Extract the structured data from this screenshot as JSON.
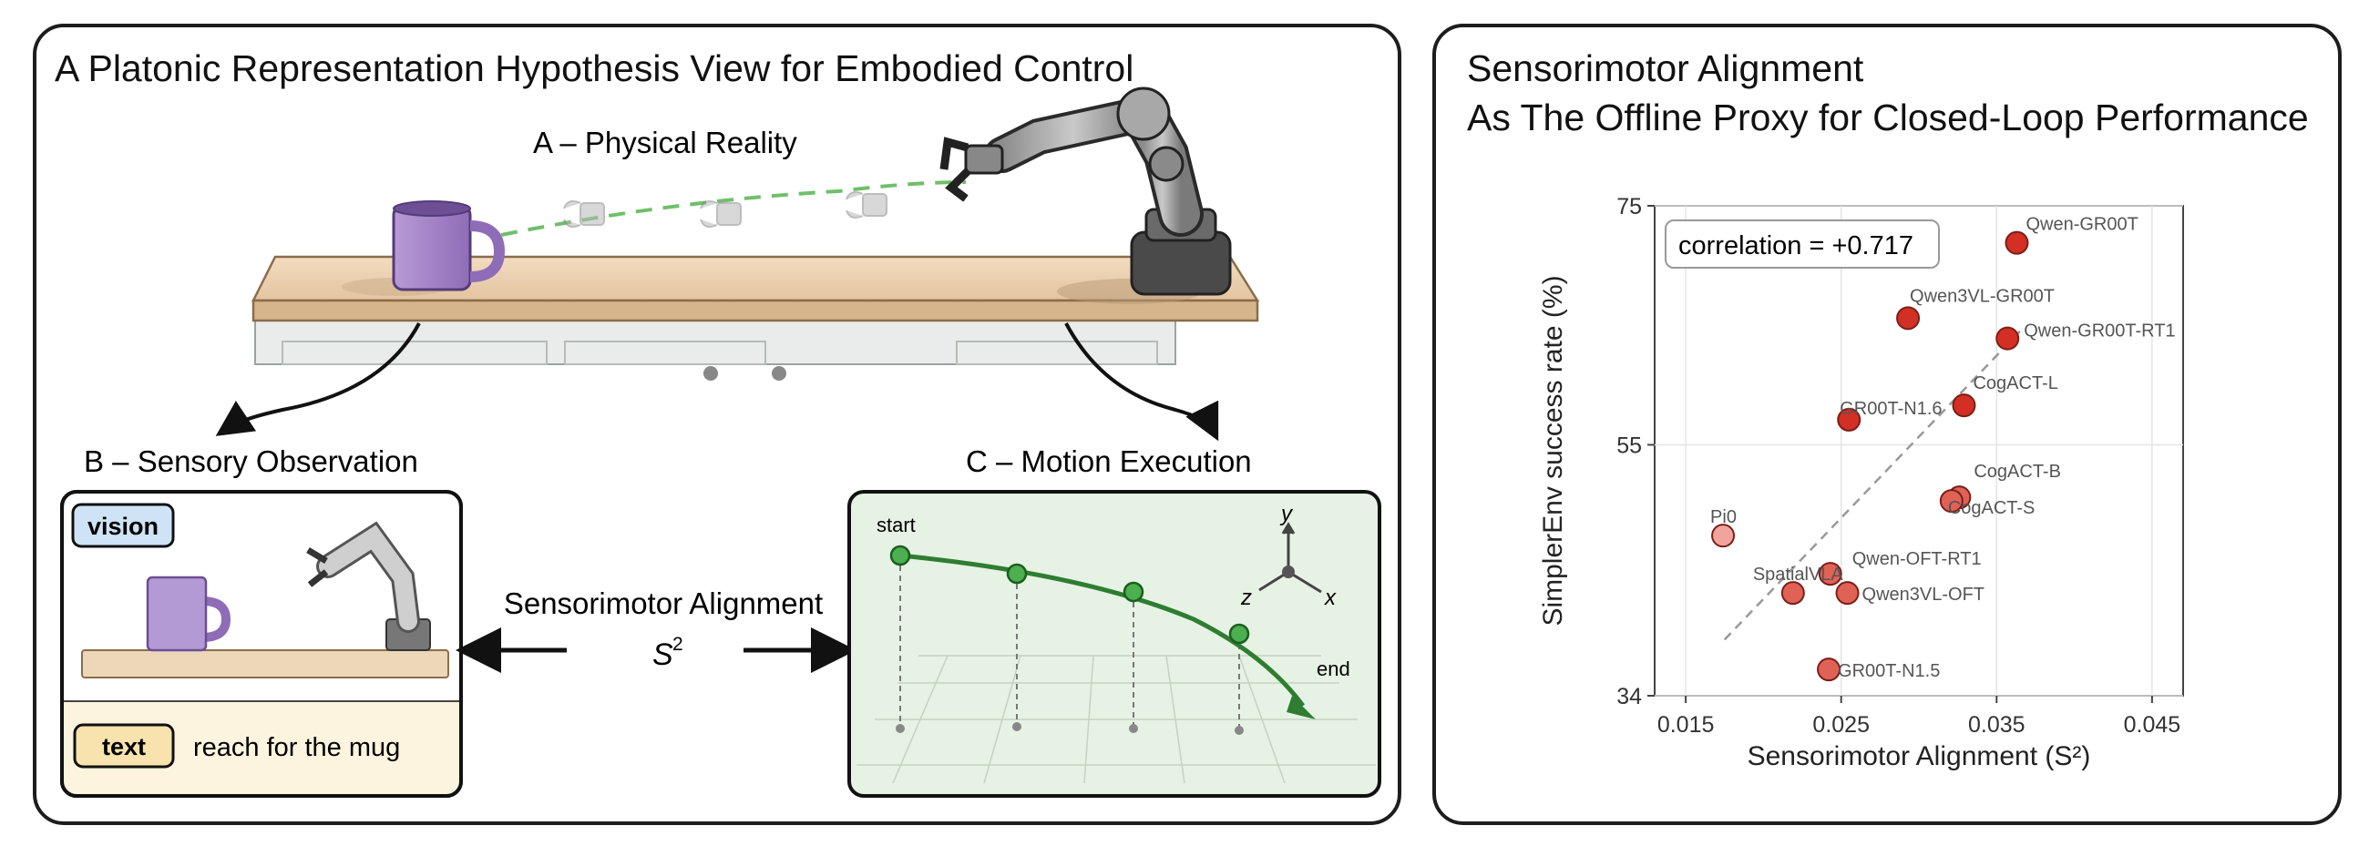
{
  "left": {
    "title": "A Platonic Representation Hypothesis View for Embodied Control",
    "physical_reality": "A – Physical Reality",
    "sensory_observation": "B – Sensory Observation",
    "motion_execution": "C – Motion Execution",
    "vision_tag": "vision",
    "text_tag": "text",
    "instruction": "reach for the mug",
    "alignment_label": "Sensorimotor Alignment",
    "alignment_symbol": "S",
    "alignment_exp": "2",
    "traj_start": "start",
    "traj_end": "end",
    "axis_x": "x",
    "axis_y": "y",
    "axis_z": "z"
  },
  "right": {
    "title_line1": "Sensorimotor Alignment",
    "title_line2": "As The Offline Proxy for Closed-Loop Performance"
  },
  "chart_data": {
    "type": "scatter",
    "xlabel": "Sensorimotor Alignment (S²)",
    "ylabel": "SimplerEnv success rate (%)",
    "xlim": [
      0.013,
      0.047
    ],
    "ylim": [
      34,
      75
    ],
    "xticks": [
      "0.015",
      "0.025",
      "0.035",
      "0.045"
    ],
    "xtick_values": [
      0.015,
      0.025,
      0.035,
      0.045
    ],
    "yticks": [
      "34",
      "55",
      "75"
    ],
    "ytick_values": [
      34,
      55,
      75
    ],
    "grid": true,
    "annotation": "correlation = +0.717",
    "trend": {
      "x": [
        0.0175,
        0.0365
      ],
      "y": [
        38.7,
        64.5
      ]
    },
    "points": [
      {
        "label": "Qwen-GR00T",
        "x": 0.0363,
        "y": 71.9
      },
      {
        "label": "Qwen3VL-GR00T",
        "x": 0.0293,
        "y": 65.6
      },
      {
        "label": "Qwen-GR00T-RT1",
        "x": 0.0357,
        "y": 63.9
      },
      {
        "label": "CogACT-L",
        "x": 0.0329,
        "y": 58.3
      },
      {
        "label": "GR00T-N1.6",
        "x": 0.0255,
        "y": 57.1
      },
      {
        "label": "CogACT-B",
        "x": 0.0326,
        "y": 50.6
      },
      {
        "label": "CogACT-S",
        "x": 0.0321,
        "y": 50.3
      },
      {
        "label": "Pi0",
        "x": 0.0174,
        "y": 47.4
      },
      {
        "label": "Qwen-OFT-RT1",
        "x": 0.0243,
        "y": 44.2
      },
      {
        "label": "SpatialVLA",
        "x": 0.0219,
        "y": 42.6
      },
      {
        "label": "Qwen3VL-OFT",
        "x": 0.0254,
        "y": 42.6
      },
      {
        "label": "GR00T-N1.5",
        "x": 0.0242,
        "y": 36.2
      }
    ],
    "colors": {
      "dark": "#d32f24",
      "mid": "#e06257",
      "light": "#f0a49d",
      "edge": "#7a1f17"
    }
  }
}
